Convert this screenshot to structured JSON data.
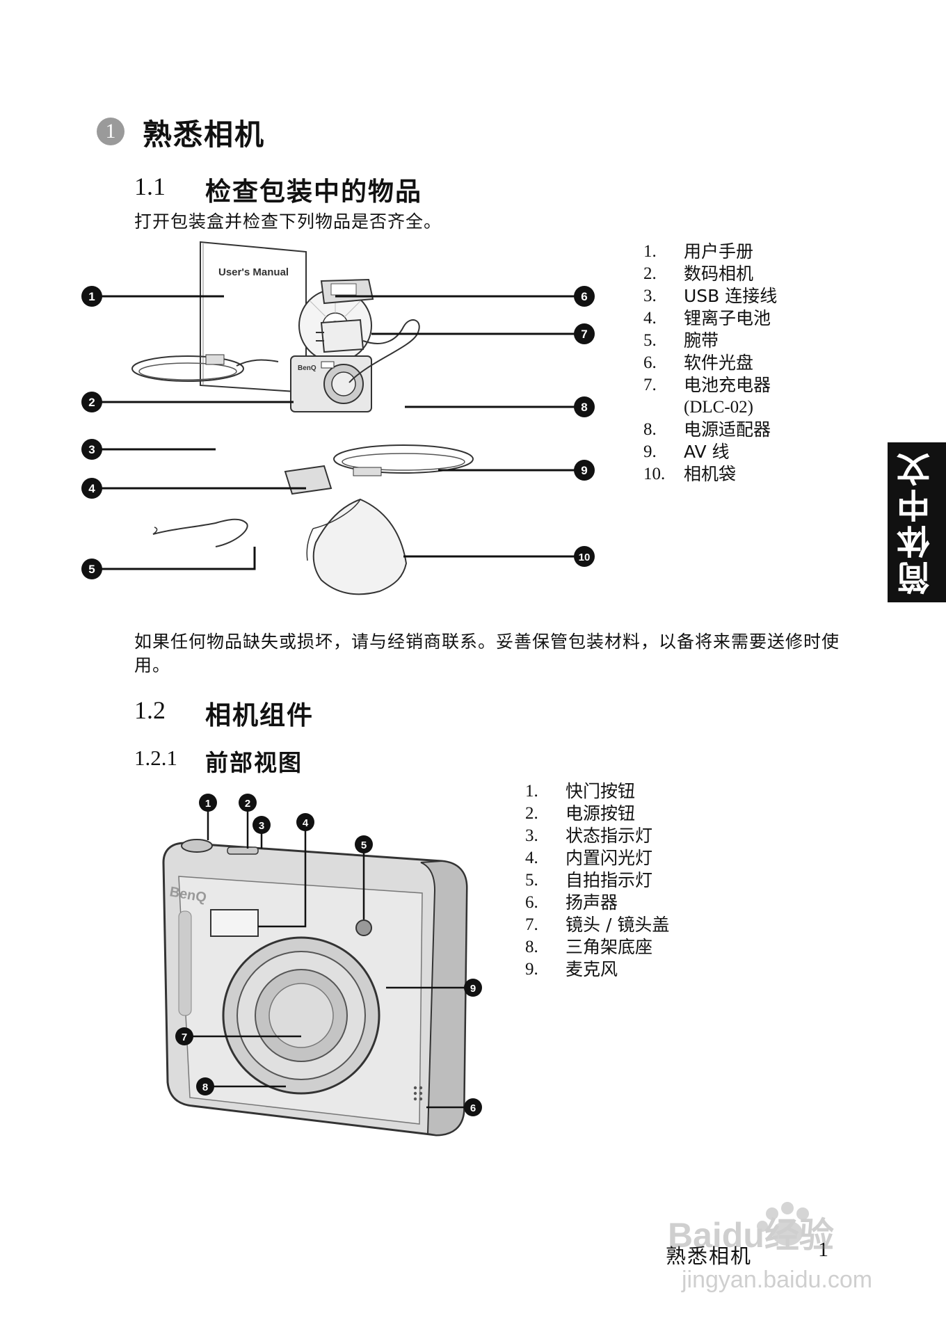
{
  "chapter": {
    "number": "1",
    "title": "熟悉相机"
  },
  "section_1_1": {
    "number": "1.1",
    "title": "检查包装中的物品",
    "intro": "打开包装盒并检查下列物品是否齐全。",
    "manual_cover_text": "User's Manual",
    "camera_brand": "BenQ",
    "callouts": [
      "1",
      "2",
      "3",
      "4",
      "5",
      "6",
      "7",
      "8",
      "9",
      "10"
    ],
    "items": [
      {
        "num": "1.",
        "text": "用户手册"
      },
      {
        "num": "2.",
        "text": "数码相机"
      },
      {
        "num": "3.",
        "text": "USB 连接线"
      },
      {
        "num": "4.",
        "text": "锂离子电池"
      },
      {
        "num": "5.",
        "text": "腕带"
      },
      {
        "num": "6.",
        "text": "软件光盘"
      },
      {
        "num": "7.",
        "text": "电池充电器",
        "sub": "(DLC-02)"
      },
      {
        "num": "8.",
        "text": "电源适配器"
      },
      {
        "num": "9.",
        "text": "AV 线"
      },
      {
        "num": "10.",
        "text": "相机袋"
      }
    ],
    "note": "如果任何物品缺失或损坏，请与经销商联系。妥善保管包装材料，以备将来需要送修时使用。"
  },
  "section_1_2": {
    "number": "1.2",
    "title": "相机组件"
  },
  "section_1_2_1": {
    "number": "1.2.1",
    "title": "前部视图",
    "camera_brand": "BenQ",
    "callouts": [
      "1",
      "2",
      "3",
      "4",
      "5",
      "6",
      "7",
      "8",
      "9"
    ],
    "items": [
      {
        "num": "1.",
        "text": "快门按钮"
      },
      {
        "num": "2.",
        "text": "电源按钮"
      },
      {
        "num": "3.",
        "text": "状态指示灯"
      },
      {
        "num": "4.",
        "text": "内置闪光灯"
      },
      {
        "num": "5.",
        "text": "自拍指示灯"
      },
      {
        "num": "6.",
        "text": "扬声器"
      },
      {
        "num": "7.",
        "text": "镜头 / 镜头盖"
      },
      {
        "num": "8.",
        "text": "三角架底座"
      },
      {
        "num": "9.",
        "text": "麦克风"
      }
    ]
  },
  "side_tab": "简体中文",
  "footer": {
    "title": "熟悉相机",
    "page": "1"
  },
  "watermark": {
    "brand": "Baidu经验",
    "url": "jingyan.baidu.com"
  }
}
